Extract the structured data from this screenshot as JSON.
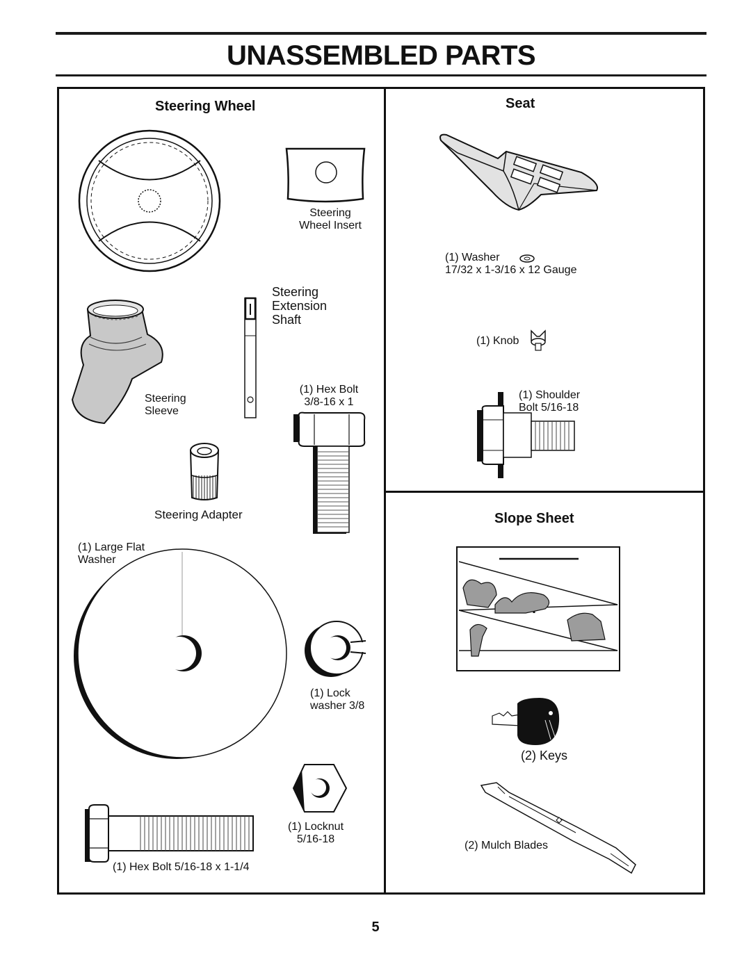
{
  "title": "UNASSEMBLED PARTS",
  "page_number": "5",
  "sections": {
    "steering_wheel": "Steering Wheel",
    "seat": "Seat",
    "slope_sheet": "Slope Sheet"
  },
  "parts": {
    "steering_wheel_insert": [
      "Steering",
      "Wheel Insert"
    ],
    "steering_extension_shaft": [
      "Steering",
      "Extension",
      "Shaft"
    ],
    "steering_sleeve": [
      "Steering",
      "Sleeve"
    ],
    "hex_bolt_38": [
      "(1) Hex Bolt",
      "3/8-16 x 1"
    ],
    "steering_adapter": "Steering Adapter",
    "large_flat_washer": [
      "(1) Large Flat",
      "Washer"
    ],
    "lock_washer": [
      "(1) Lock",
      "washer 3/8"
    ],
    "locknut": [
      "(1)  Locknut",
      "5/16-18"
    ],
    "hex_bolt_516": "(1) Hex Bolt  5/16-18 x 1-1/4",
    "seat_washer": [
      "(1) Washer",
      "17/32 x 1-3/16 x 12 Gauge"
    ],
    "knob": "(1) Knob",
    "shoulder_bolt": [
      "(1) Shoulder",
      "Bolt  5/16-18"
    ],
    "keys": "(2) Keys",
    "mulch_blades": "(2) Mulch Blades"
  }
}
